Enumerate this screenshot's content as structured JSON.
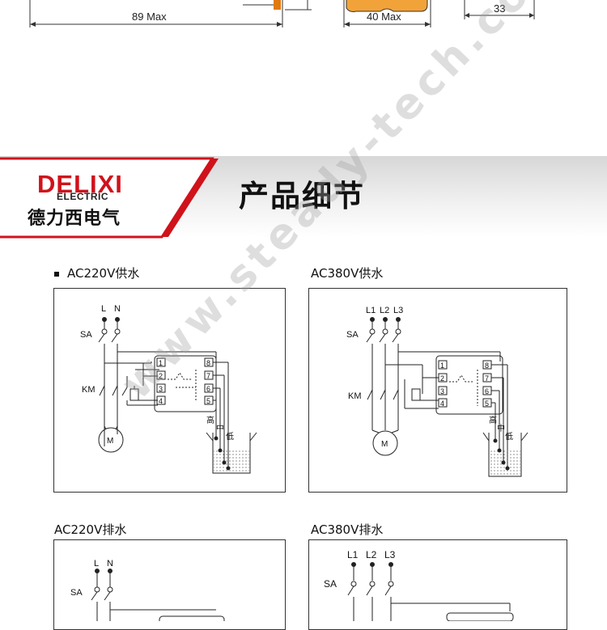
{
  "dimensions": {
    "width_a": "89 Max",
    "width_b": "40 Max",
    "width_c": "33"
  },
  "brand": {
    "logo_text": "DELIXI",
    "logo_sub": "ELECTRIC",
    "logo_cn": "德力西电气",
    "accent_color": "#d0121b"
  },
  "section": {
    "title": "产品细节"
  },
  "watermark": "www.steady-tech.com",
  "diagrams": [
    {
      "title": "AC220V供水",
      "bulleted": true
    },
    {
      "title": "AC380V供水",
      "bulleted": false
    },
    {
      "title": "AC220V排水",
      "bulleted": false
    },
    {
      "title": "AC380V排水",
      "bulleted": false
    }
  ],
  "labels": {
    "L": "L",
    "N": "N",
    "L1": "L1",
    "L2": "L2",
    "L3": "L3",
    "SA": "SA",
    "KM": "KM",
    "M": "M",
    "high": "高",
    "mid": "中",
    "low": "低",
    "t1": "1",
    "t2": "2",
    "t3": "3",
    "t4": "4",
    "t5": "5",
    "t6": "6",
    "t7": "7",
    "t8": "8"
  }
}
